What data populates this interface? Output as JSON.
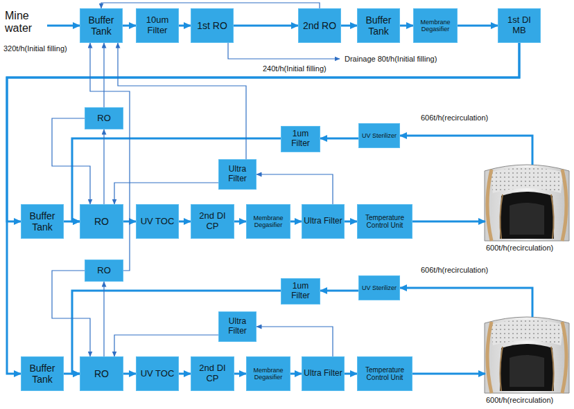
{
  "diagram": {
    "nodes": [
      {
        "text": [
          "Buffer Tank"
        ]
      },
      {
        "text": [
          "10um Filter"
        ]
      },
      {
        "text": [
          "1st RO"
        ]
      },
      {
        "text": [
          "2nd RO"
        ]
      },
      {
        "text": [
          "Buffer Tank"
        ]
      },
      {
        "text": [
          "Membrane Degasifier"
        ]
      },
      {
        "text": [
          "1st DI MB"
        ]
      },
      {
        "text": [
          "RO"
        ]
      },
      {
        "text": [
          "1um Filter"
        ]
      },
      {
        "text": [
          "UV Sterilizer"
        ]
      },
      {
        "text": [
          "Ultra Filter"
        ]
      },
      {
        "text": [
          "Buffer Tank"
        ]
      },
      {
        "text": [
          "RO"
        ]
      },
      {
        "text": [
          "UV TOC"
        ]
      },
      {
        "text": [
          "2nd DI CP"
        ]
      },
      {
        "text": [
          "Membrane Degasifier"
        ]
      },
      {
        "text": [
          "Ultra Filter"
        ]
      },
      {
        "text": [
          "Temperature Control Unit"
        ]
      },
      {
        "text": [
          "RO"
        ]
      },
      {
        "text": [
          "1um Filter"
        ]
      },
      {
        "text": [
          "UV Sterilizer"
        ]
      },
      {
        "text": [
          "Ultra Filter"
        ]
      },
      {
        "text": [
          "Buffer Tank"
        ]
      },
      {
        "text": [
          "RO"
        ]
      },
      {
        "text": [
          "UV TOC"
        ]
      },
      {
        "text": [
          "2nd DI CP"
        ]
      },
      {
        "text": [
          "Membrane Degasifier"
        ]
      },
      {
        "text": [
          "Ultra Filter"
        ]
      },
      {
        "text": [
          "Temperature Control Unit"
        ]
      }
    ],
    "edges": [
      {
        "from": 0,
        "to": 1,
        "arrow": "to"
      },
      {
        "from": 1,
        "to": 2,
        "arrow": "to"
      },
      {
        "from": 2,
        "to": 3,
        "arrow": "to"
      },
      {
        "from": 3,
        "to": 4,
        "arrow": "to"
      },
      {
        "from": 4,
        "to": 5,
        "arrow": "to"
      },
      {
        "from": 5,
        "to": 6,
        "arrow": "to"
      },
      {
        "from": 3,
        "to": 0,
        "arrow": "to"
      },
      {
        "from": 6,
        "to": 11,
        "arrow": "to"
      },
      {
        "from": 6,
        "to": 22,
        "arrow": "to"
      },
      {
        "from": 11,
        "to": 12,
        "arrow": "to"
      },
      {
        "from": 12,
        "to": 13,
        "arrow": "to"
      },
      {
        "from": 13,
        "to": 14,
        "arrow": "to"
      },
      {
        "from": 14,
        "to": 15,
        "arrow": "to"
      },
      {
        "from": 15,
        "to": 16,
        "arrow": "to"
      },
      {
        "from": 16,
        "to": 17,
        "arrow": "to"
      },
      {
        "from": 9,
        "to": 8,
        "arrow": "to"
      },
      {
        "from": 8,
        "to": 12,
        "arrow": "to"
      },
      {
        "from": 12,
        "to": 7,
        "arrow": "to"
      },
      {
        "from": 7,
        "to": 12,
        "arrow": "to"
      },
      {
        "from": 16,
        "to": 10,
        "arrow": "to"
      },
      {
        "from": 10,
        "to": 12,
        "arrow": "to"
      },
      {
        "from": 22,
        "to": 23,
        "arrow": "to"
      },
      {
        "from": 23,
        "to": 24,
        "arrow": "to"
      },
      {
        "from": 24,
        "to": 25,
        "arrow": "to"
      },
      {
        "from": 25,
        "to": 26,
        "arrow": "to"
      },
      {
        "from": 26,
        "to": 27,
        "arrow": "to"
      },
      {
        "from": 27,
        "to": 28,
        "arrow": "to"
      },
      {
        "from": 20,
        "to": 19,
        "arrow": "to"
      },
      {
        "from": 19,
        "to": 23,
        "arrow": "to"
      },
      {
        "from": 23,
        "to": 18,
        "arrow": "to"
      },
      {
        "from": 18,
        "to": 23,
        "arrow": "to"
      },
      {
        "from": 27,
        "to": 21,
        "arrow": "to"
      },
      {
        "from": 21,
        "to": 23,
        "arrow": "to"
      },
      {
        "from": 7,
        "to": 0,
        "arrow": "to"
      },
      {
        "from": 10,
        "to": 0,
        "arrow": "to"
      },
      {
        "from": 18,
        "to": 0,
        "arrow": "to"
      }
    ],
    "labels": [
      "Mine water",
      "320t/h(Initial filling)",
      "Drainage 80t/h(Initial filling)",
      "240t/h(Initial filling)",
      "606t/h(recirculation)",
      "600t/h(recirculation)",
      "606t/h(recirculation)",
      "600t/h(recirculation)"
    ]
  }
}
